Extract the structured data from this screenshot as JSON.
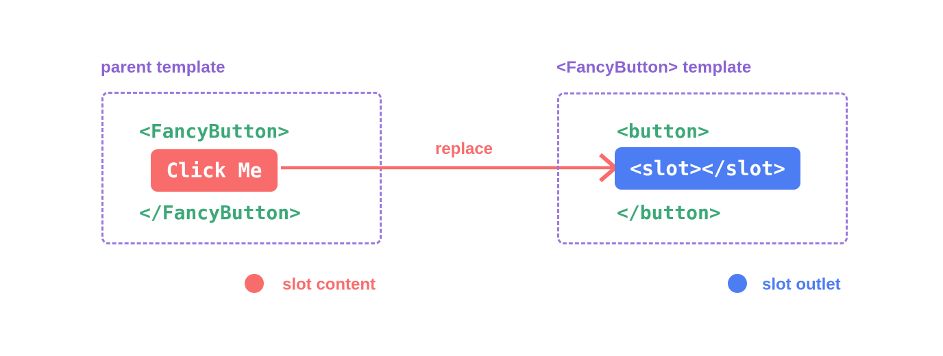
{
  "colors": {
    "red": "#F96C6C",
    "blue": "#4C7DF2",
    "green": "#3CA877",
    "purple": "#8A63D2",
    "border": "#9879DD"
  },
  "diagram": {
    "parent": {
      "title": "parent template",
      "open_tag": "<FancyButton>",
      "button_label": "Click Me",
      "close_tag": "</FancyButton>"
    },
    "fancy_button": {
      "title": "<FancyButton> template",
      "open_tag": "<button>",
      "slot_label": "<slot></slot>",
      "close_tag": "</button>"
    },
    "arrow": {
      "label": "replace"
    },
    "legend": [
      {
        "label": "slot content",
        "color": "#F96C6C"
      },
      {
        "label": "slot outlet",
        "color": "#4C7DF2"
      }
    ]
  }
}
